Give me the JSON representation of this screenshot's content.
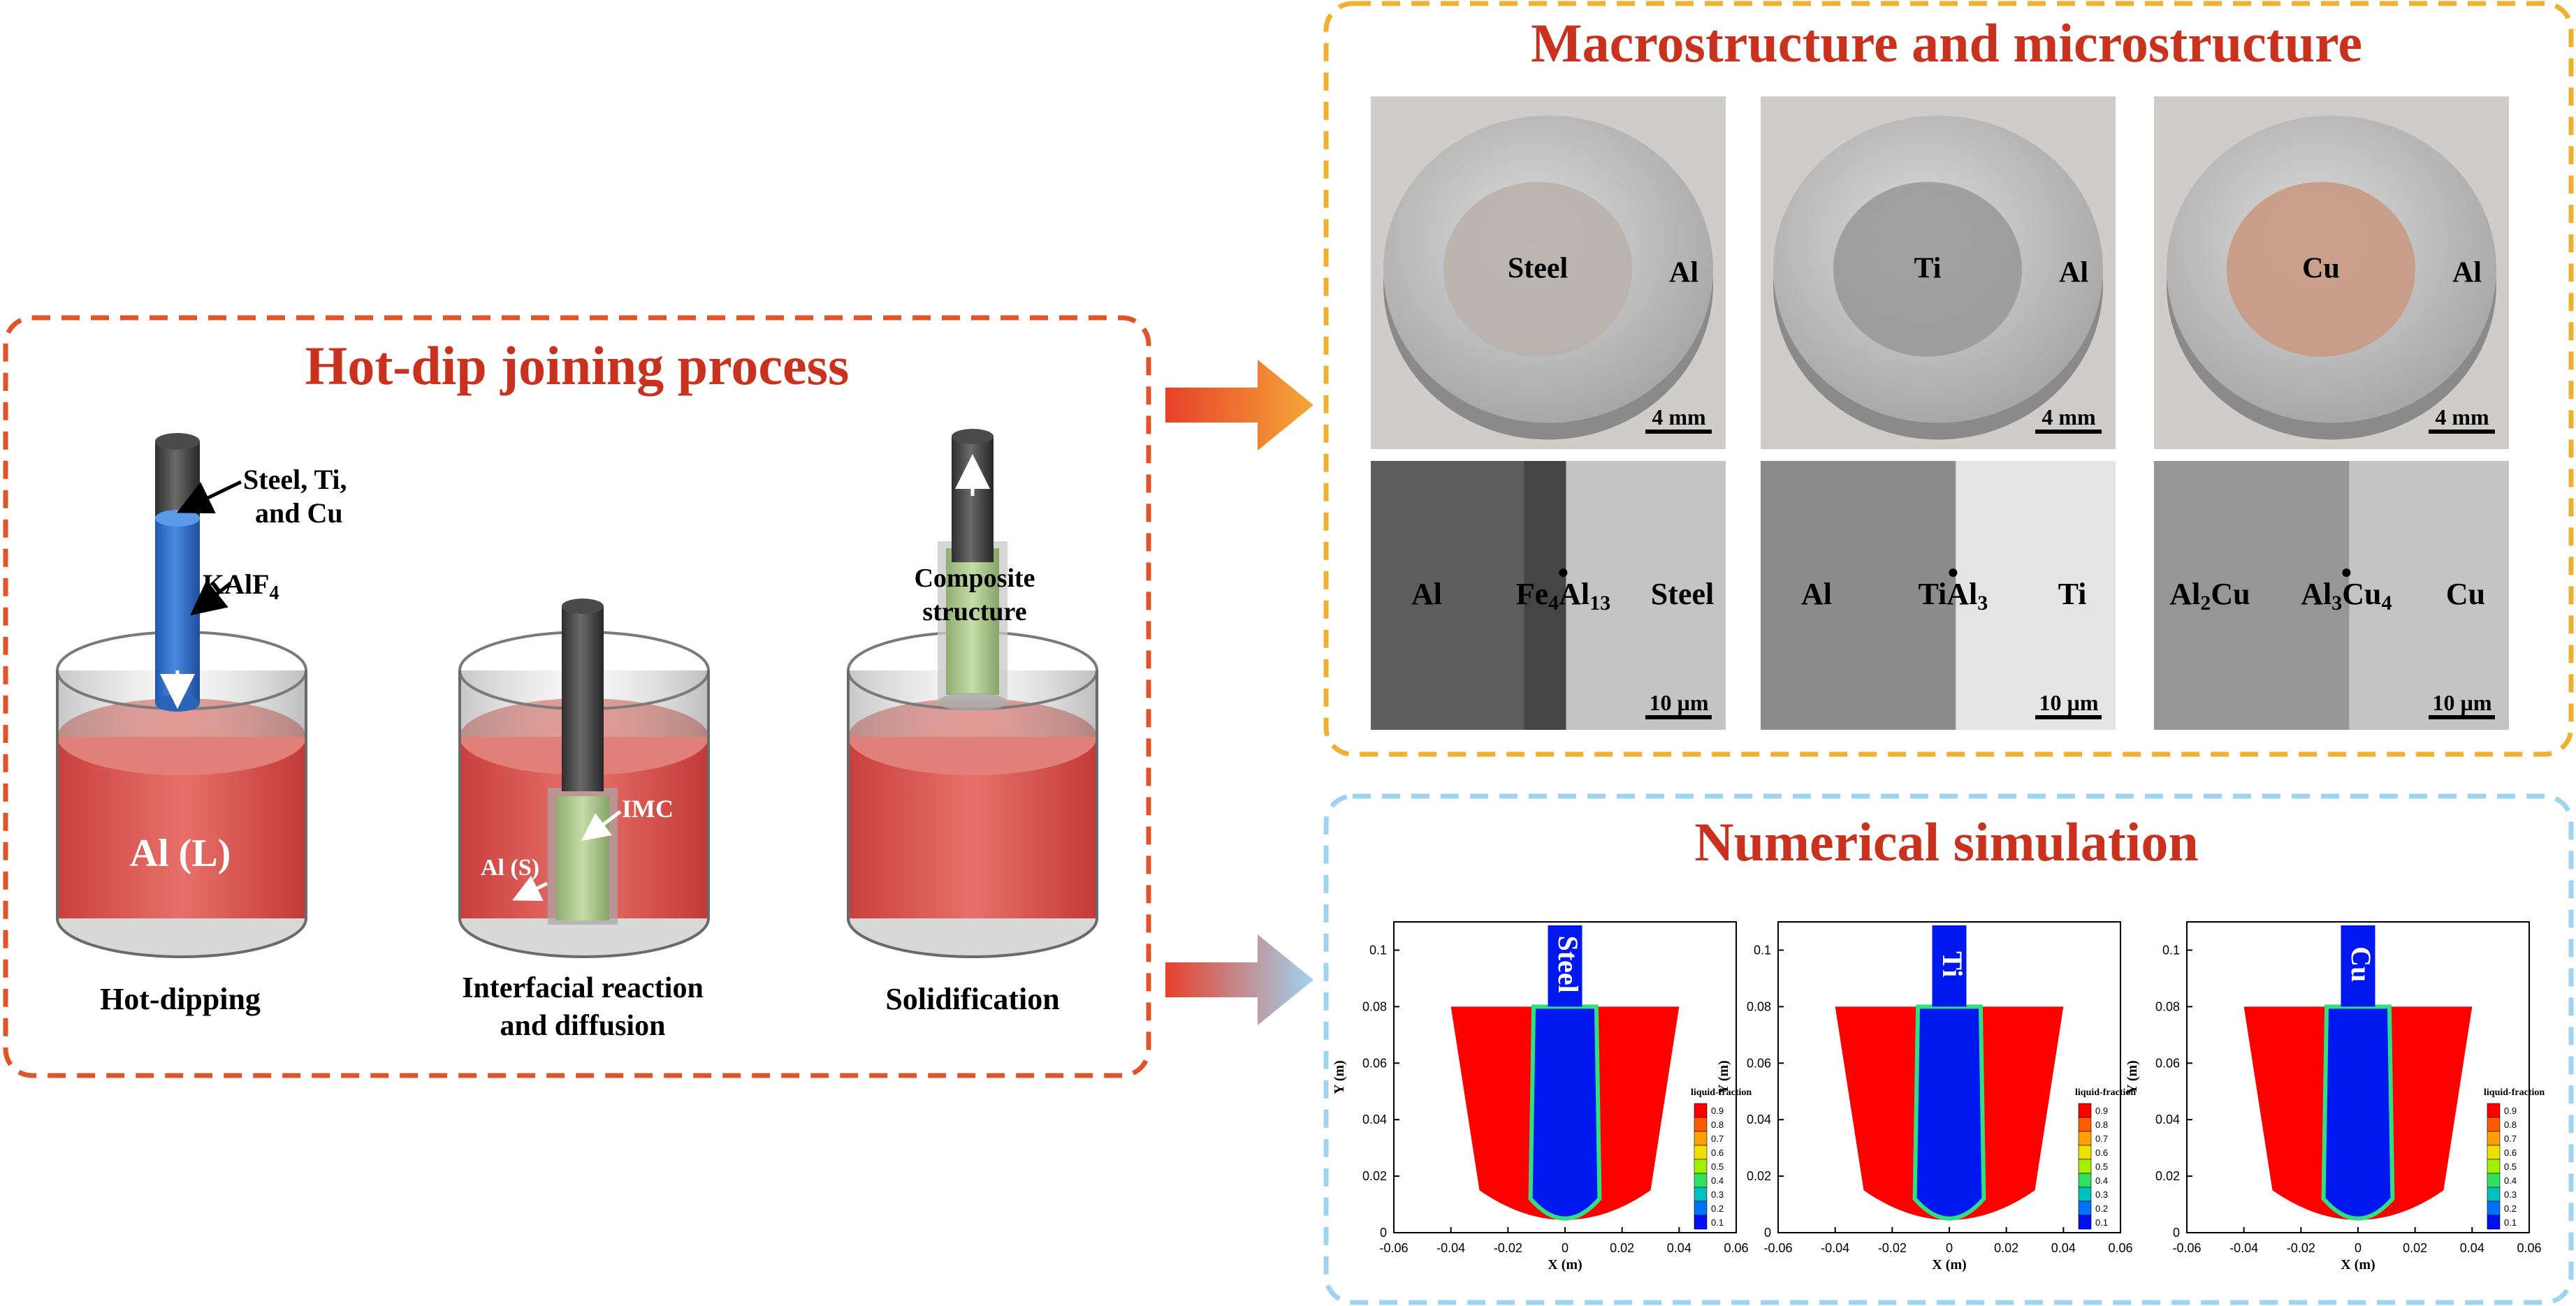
{
  "process_panel": {
    "title": "Hot-dip joining process",
    "labels": {
      "metals": [
        "Steel, Ti,",
        "and Cu"
      ],
      "flux": "KAlF",
      "flux_sub": "4",
      "melt": "Al (L)",
      "imc": "IMC",
      "solid_al": "Al (S)",
      "composite": [
        "Composite",
        "structure"
      ]
    },
    "captions": {
      "hot_dipping": "Hot-dipping",
      "interfacial": [
        "Interfacial reaction",
        "and diffusion"
      ],
      "solidification": "Solidification"
    }
  },
  "macro_panel": {
    "title": "Macrostructure and microstructure",
    "macro": [
      {
        "core": "Steel",
        "outer": "Al",
        "scale": "4 mm",
        "core_color": "#b9b3ac"
      },
      {
        "core": "Ti",
        "outer": "Al",
        "scale": "4 mm",
        "core_color": "#9a9a9a"
      },
      {
        "core": "Cu",
        "outer": "Al",
        "scale": "4 mm",
        "core_color": "#c99a82"
      }
    ],
    "micro": [
      {
        "left": "Al",
        "mid": "Fe",
        "mid_sub1": "4",
        "mid_b": "Al",
        "mid_sub2": "13",
        "right": "Steel",
        "scale": "10 µm"
      },
      {
        "left": "Al",
        "mid": "TiAl",
        "mid_sub1": "3",
        "mid_b": "",
        "mid_sub2": "",
        "right": "Ti",
        "scale": "10 µm"
      },
      {
        "left": "Al",
        "left_sub": "2",
        "left_b": "Cu",
        "mid": "Al",
        "mid_sub1": "3",
        "mid_b": "Cu",
        "mid_sub2": "4",
        "right": "Cu",
        "scale": "10 µm"
      }
    ]
  },
  "sim_panel": {
    "title": "Numerical simulation",
    "plots": [
      {
        "core_label": "Steel"
      },
      {
        "core_label": "Ti"
      },
      {
        "core_label": "Cu"
      }
    ],
    "axes": {
      "xlabel": "X (m)",
      "ylabel": "Y (m)",
      "xticks": [
        "-0.06",
        "-0.04",
        "-0.02",
        "0",
        "0.02",
        "0.04",
        "0.06"
      ],
      "yticks": [
        "0",
        "0.02",
        "0.04",
        "0.06",
        "0.08",
        "0.1"
      ]
    },
    "legend": {
      "title": "liquid-fraction",
      "levels": [
        "0.9",
        "0.8",
        "0.7",
        "0.6",
        "0.5",
        "0.4",
        "0.3",
        "0.2",
        "0.1"
      ],
      "colors": [
        "#ff0000",
        "#ff5a00",
        "#ffa000",
        "#f0e000",
        "#a0f000",
        "#30e060",
        "#00c0c0",
        "#0070ff",
        "#0010f0"
      ]
    }
  },
  "colors": {
    "process_border": "#e0542a",
    "macro_border": "#f0b030",
    "sim_border": "#9fd4f0",
    "title_red": "#c8321e"
  }
}
